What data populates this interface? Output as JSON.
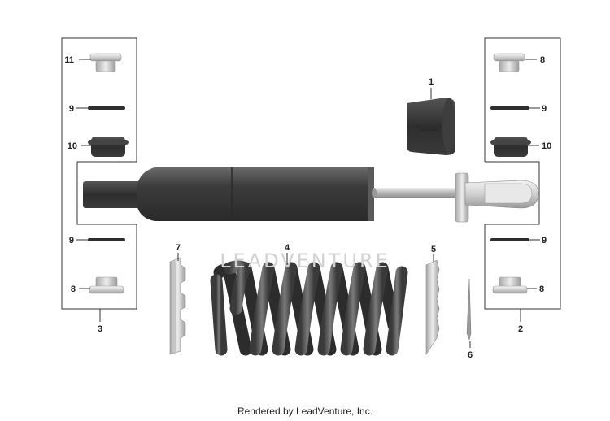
{
  "callouts": {
    "c1": "1",
    "c2": "2",
    "c3": "3",
    "c4": "4",
    "c5": "5",
    "c6": "6",
    "c7": "7",
    "c8_right_top": "8",
    "c8_left_bottom": "8",
    "c8_right_bottom": "8",
    "c9_left_top": "9",
    "c9_right_top": "9",
    "c9_left_bottom": "9",
    "c9_right_bottom": "9",
    "c10_left": "10",
    "c10_right": "10",
    "c11": "11"
  },
  "watermark": "LEADVENTURE",
  "footer": {
    "credit": "Rendered by LeadVenture, Inc."
  }
}
